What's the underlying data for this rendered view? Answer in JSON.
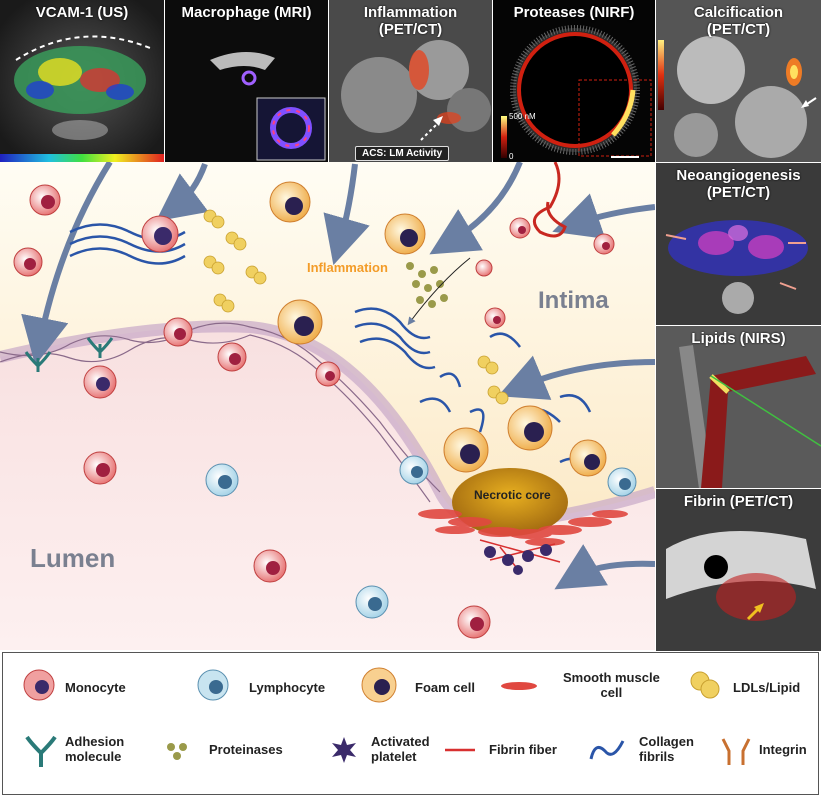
{
  "panels": {
    "vcam": "VCAM-1 (US)",
    "macrophage": "Macrophage (MRI)",
    "inflammation": "Inflammation\n(PET/CT)",
    "proteases": "Proteases (NIRF)",
    "calcification": "Calcification\n(PET/CT)",
    "neoangiogenesis": "Neoangiogenesis\n(PET/CT)",
    "lipids": "Lipids (NIRS)",
    "fibrin": "Fibrin (PET/CT)"
  },
  "callouts": {
    "acs": "ACS: LM Activity",
    "scale_top": "500 nM",
    "scale_bottom": "0"
  },
  "diagram": {
    "inflammation": "Inflammation",
    "intima": "Intima",
    "lumen": "Lumen",
    "necrotic_core": "Necrotic core"
  },
  "legend": {
    "monocyte": "Monocyte",
    "lymphocyte": "Lymphocyte",
    "foam_cell": "Foam cell",
    "smooth_muscle": "Smooth muscle\ncell",
    "ldl": "LDLs/Lipid",
    "adhesion": "Adhesion\nmolecule",
    "proteinases": "Proteinases",
    "platelet": "Activated\nplatelet",
    "fibrin": "Fibrin fiber",
    "collagen": "Collagen\nfibrils",
    "integrin": "Integrin"
  },
  "colors": {
    "intima_bg": "#fbe9c8",
    "lumen_bg": "#f7dcdc",
    "arrow": "#6a7fa3",
    "collagen": "#2a55a8",
    "inflammation_text": "#f39c28",
    "label_grey": "#7a8090"
  }
}
